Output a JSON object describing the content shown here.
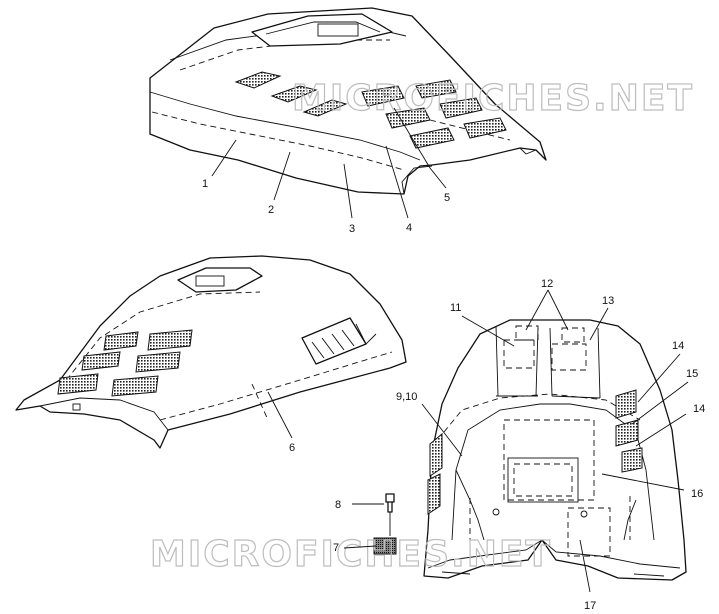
{
  "watermark": [
    "MICROFICHES.NET",
    "MICROFICHES.NET"
  ],
  "callouts": [
    "1",
    "2",
    "3",
    "4",
    "5",
    "6",
    "7",
    "8",
    "9,10",
    "11",
    "12",
    "13",
    "14",
    "15",
    "14",
    "16",
    "17"
  ]
}
